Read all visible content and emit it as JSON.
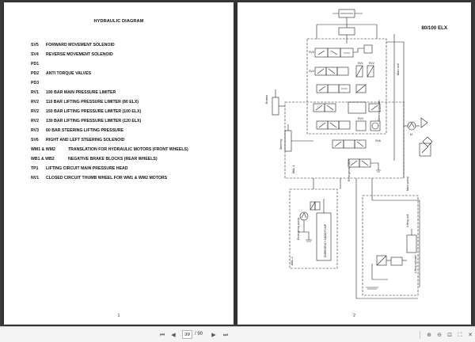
{
  "left_page": {
    "title": "HYDRAULIC DIAGRAM",
    "legend": [
      {
        "code": "SV5",
        "text": "FORWARD MOVEMENT SOLENOID"
      },
      {
        "code": "SV4",
        "text": "REVERSE MOVEMENT SOLENOID"
      },
      {
        "code": "PD1",
        "text": ""
      },
      {
        "code": "PD2",
        "text": "ANTI TORQUE VALVES"
      },
      {
        "code": "PD3",
        "text": ""
      },
      {
        "code": "RV1",
        "text": "190 BAR MAIN PRESSURE LIMITER"
      },
      {
        "code": "RV2",
        "text": "110 BAR LIFTING PRESSURE LIMITER (80 ELX)"
      },
      {
        "code": "RV2",
        "text": "150 BAR LIFTING PRESSURE LIMITER (100 ELX)"
      },
      {
        "code": "RV2",
        "text": "130 BAR LIFTING PRESSURE LIMITER (120 ELX)"
      },
      {
        "code": "RV3",
        "text": "60 BAR STEERING LIFTING PRESSURE"
      },
      {
        "code": "SV6",
        "text": "RIGHT AND LEFT STEERING SOLENOID"
      },
      {
        "code": "WM1 & WM2",
        "text": "TRANSLATION FOR HYDRAULIC MOTORS (FRONT WHEELS)"
      },
      {
        "code": "WB1 & WB2",
        "text": "NEGATIVE BRAKE BLOCKS (REAR WHEELS)"
      },
      {
        "code": "TP1",
        "text": "LIFTING CIRCUIT MAIN PRESSURE HEAD"
      },
      {
        "code": "NV1",
        "text": "CLOSED CIRCUIT THUMB WHEEL FOR WM1 & WM2 MOTORS"
      }
    ],
    "page_number": "1"
  },
  "right_page": {
    "title": "80/100 ELX",
    "page_number": "2",
    "labels": {
      "brakes": "Brakes",
      "steering": "Steering",
      "main_pump": "Main pump",
      "emergency_pump": "Emergency pump",
      "emergency_hand_pump": "EMERGENCY HAND PUMP",
      "lifting_unit": "Lifting unit",
      "lifting_cylinder": "Lifting cylinder",
      "main_unit": "Main unit",
      "steering_cylinder": "Steering cylinder",
      "emergency_valve": "Emergency valve",
      "sv6": "SV6",
      "sv4": "SV4",
      "sv5": "SV5",
      "rv1": "RV1",
      "rv2": "RV2",
      "rv3": "RV3",
      "m": "M",
      "mal1": "MAL-1",
      "mal2": "MAL-2"
    }
  },
  "toolbar": {
    "current_page": "39",
    "total_pages": "/ 90"
  },
  "colors": {
    "viewer_bg": "#3a3a3a",
    "page_bg": "#ffffff",
    "toolbar_bg": "#f4f4f4",
    "line": "#222222"
  }
}
